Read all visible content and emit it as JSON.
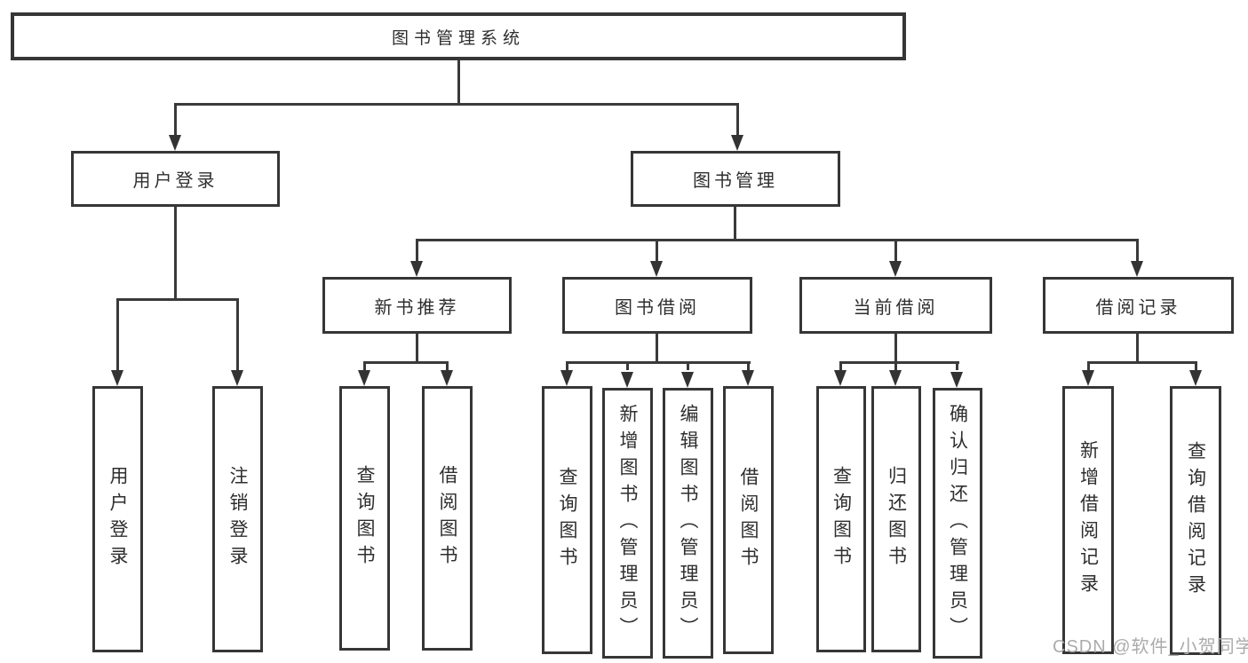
{
  "diagram": {
    "root": {
      "label": "图书管理系统"
    },
    "level2": [
      {
        "label": "用户登录"
      },
      {
        "label": "图书管理"
      }
    ],
    "level3": [
      {
        "label": "新书推荐"
      },
      {
        "label": "图书借阅"
      },
      {
        "label": "当前借阅"
      },
      {
        "label": "借阅记录"
      }
    ],
    "leaves": {
      "user": [
        "用户登录",
        "注销登录"
      ],
      "recommend": [
        "查询图书",
        "借阅图书"
      ],
      "borrow": [
        "查询图书",
        "新增图书（管理员）",
        "编辑图书（管理员）",
        "借阅图书"
      ],
      "current": [
        "查询图书",
        "归还图书",
        "确认归还（管理员）"
      ],
      "record": [
        "新增借阅记录",
        "查询借阅记录"
      ]
    },
    "watermark": "CSDN @软件_小贺同学",
    "colors": {
      "line": "#3a3a3a",
      "border": "#363636",
      "text": "#2e2e2e",
      "watermark": "#ababab",
      "background": "#ffffff"
    }
  }
}
